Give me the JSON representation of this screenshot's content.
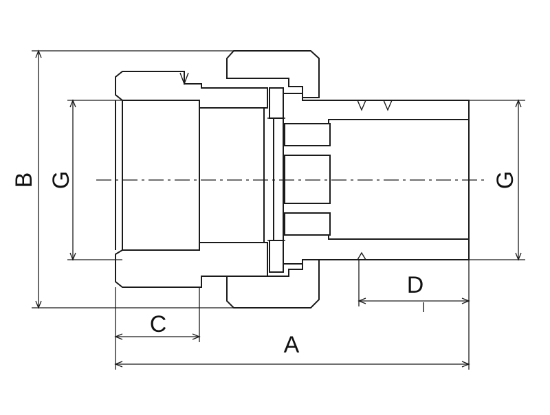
{
  "labels": {
    "a": "A",
    "b": "B",
    "c": "C",
    "d": "D",
    "g_left": "G",
    "g_right": "G"
  },
  "colors": {
    "line": "#1a1a1a",
    "background": "#ffffff"
  }
}
